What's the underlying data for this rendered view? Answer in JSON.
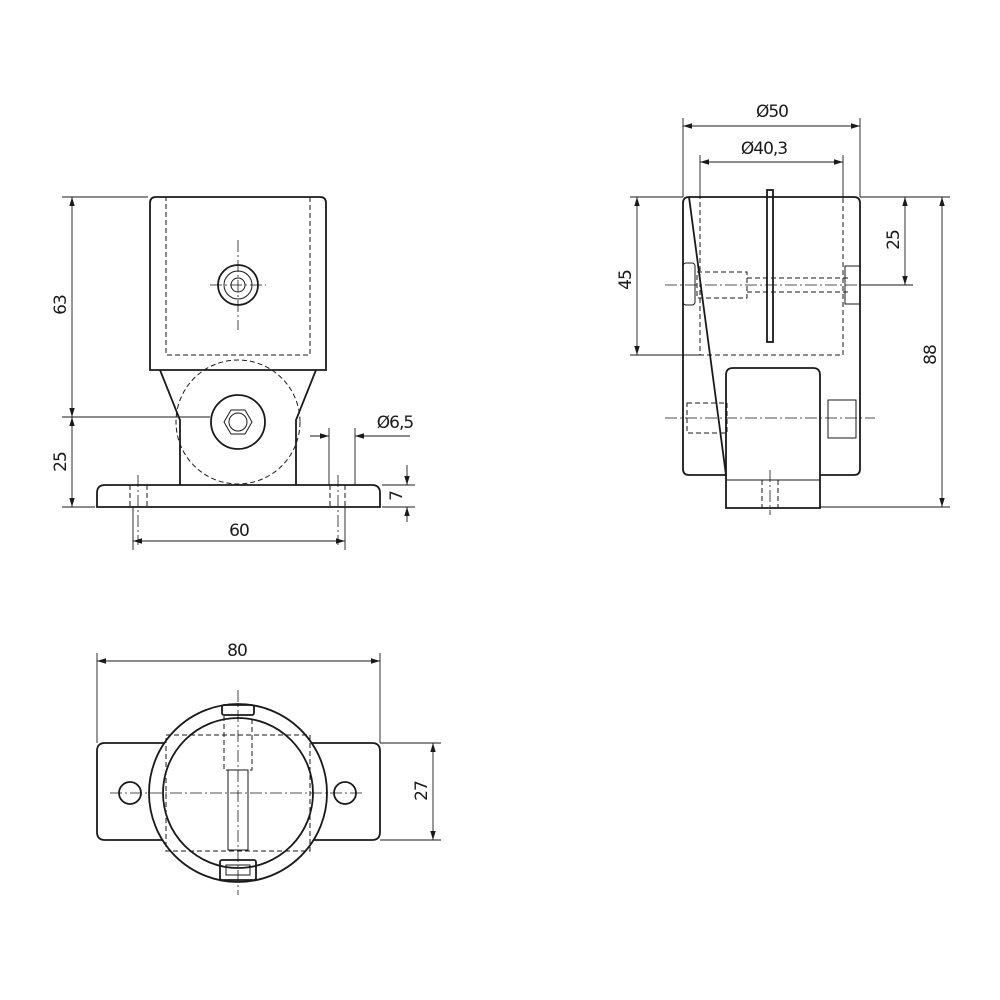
{
  "drawing": {
    "front_view": {
      "height_upper": "63",
      "height_lower": "25",
      "hole_diameter": "Ø6,5",
      "plate_thickness": "7",
      "hole_spacing": "60"
    },
    "side_view": {
      "outer_diameter": "Ø50",
      "inner_diameter": "Ø40,3",
      "clamp_height": "45",
      "bolt_height": "25",
      "total_height": "88"
    },
    "top_view": {
      "plate_length": "80",
      "plate_width": "27"
    }
  }
}
